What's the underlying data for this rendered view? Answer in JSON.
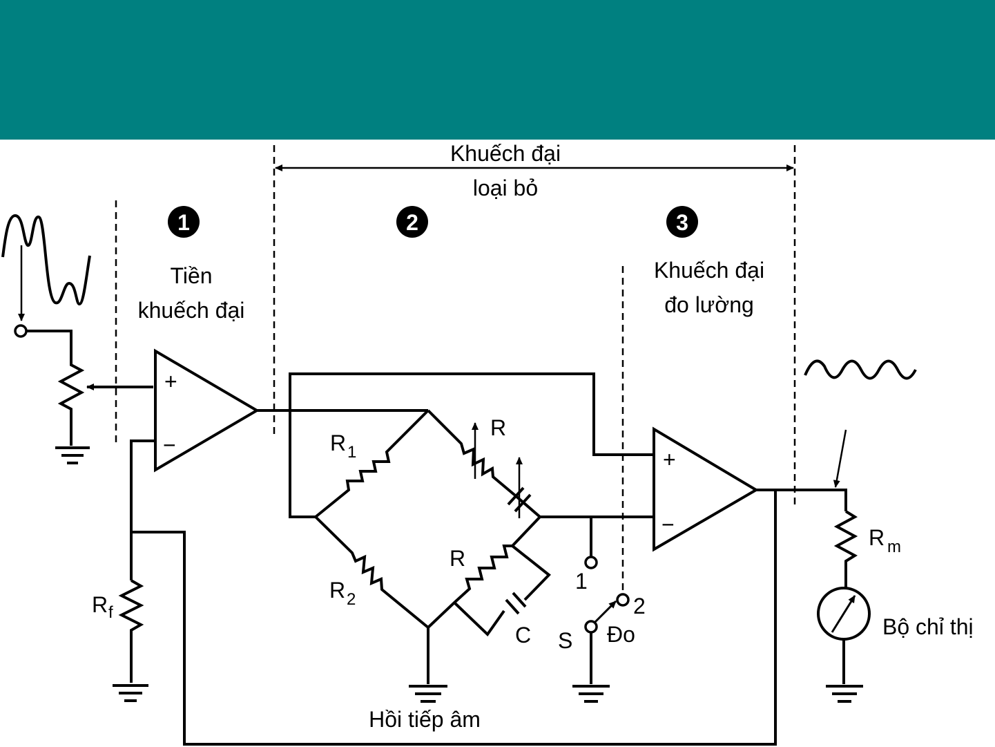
{
  "colors": {
    "header_band": "#008080",
    "ink": "#000000",
    "background": "#ffffff"
  },
  "stages": [
    {
      "badge": "1",
      "label_lines": [
        "Tiền",
        "khuếch đại"
      ]
    },
    {
      "badge": "2",
      "label_lines": [
        "Khuếch đại",
        "loại bỏ"
      ]
    },
    {
      "badge": "3",
      "label_lines": [
        "Khuếch đại",
        "đo lường"
      ]
    }
  ],
  "opamps": {
    "plus": "+",
    "minus": "−"
  },
  "components": {
    "R1": {
      "main": "R",
      "sub": "1"
    },
    "R2": {
      "main": "R",
      "sub": "2"
    },
    "R_top": "R",
    "R_bottom": "R",
    "C": "C",
    "Rf": {
      "main": "R",
      "sub": "f"
    },
    "Rm": {
      "main": "R",
      "sub": "m"
    }
  },
  "switch": {
    "pos1": "1",
    "pos2": "2",
    "s": "S",
    "measure": "Đo"
  },
  "indicator": "Bộ chỉ thị",
  "feedback": "Hồi tiếp âm"
}
